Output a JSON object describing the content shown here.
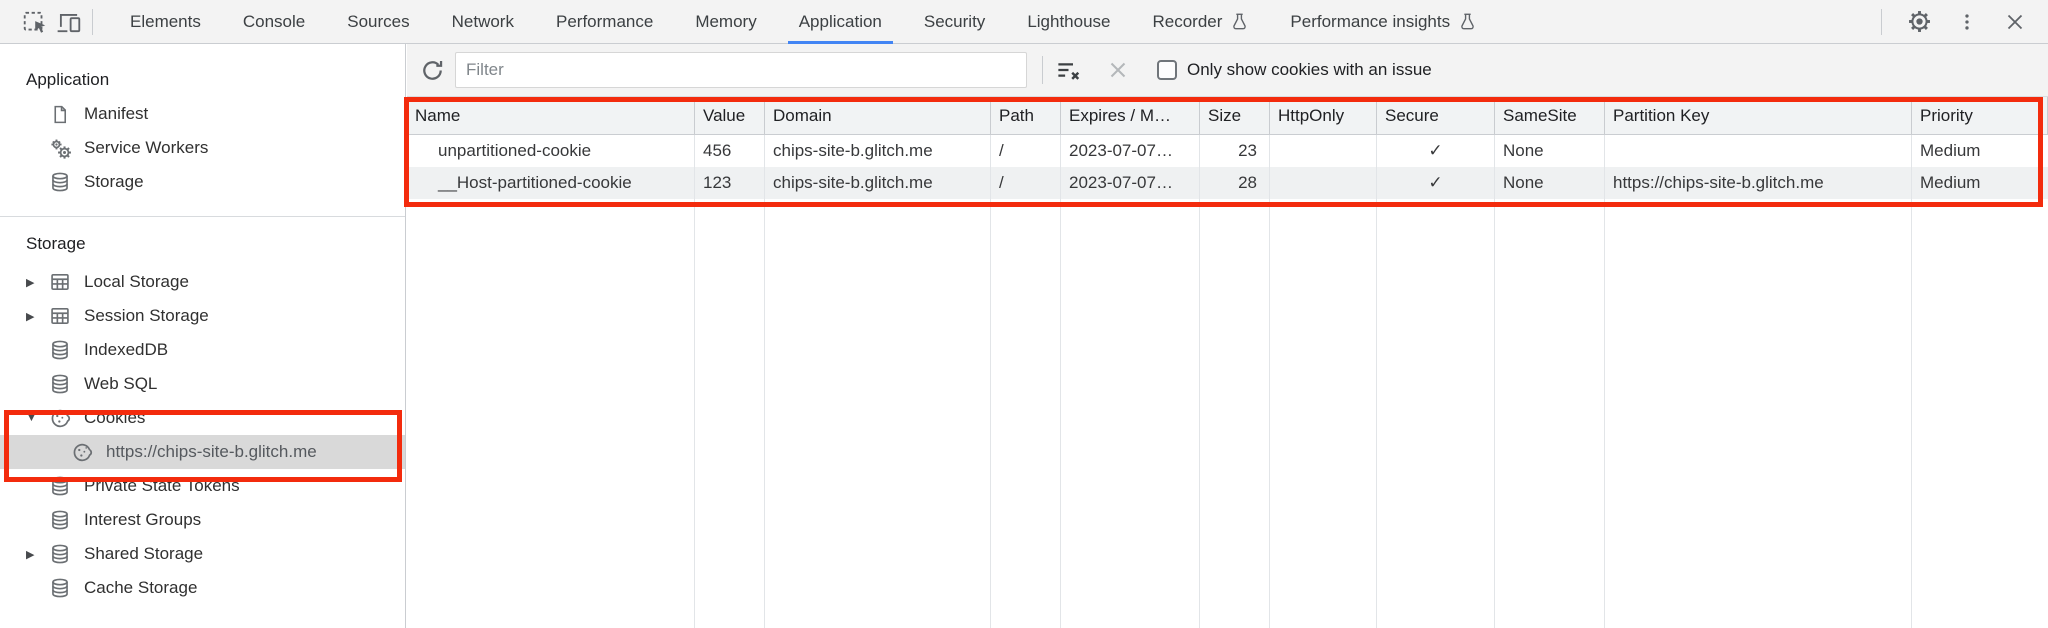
{
  "tabbar": {
    "tabs": [
      {
        "label": "Elements",
        "active": false,
        "flask": false
      },
      {
        "label": "Console",
        "active": false,
        "flask": false
      },
      {
        "label": "Sources",
        "active": false,
        "flask": false
      },
      {
        "label": "Network",
        "active": false,
        "flask": false
      },
      {
        "label": "Performance",
        "active": false,
        "flask": false
      },
      {
        "label": "Memory",
        "active": false,
        "flask": false
      },
      {
        "label": "Application",
        "active": true,
        "flask": false
      },
      {
        "label": "Security",
        "active": false,
        "flask": false
      },
      {
        "label": "Lighthouse",
        "active": false,
        "flask": false
      },
      {
        "label": "Recorder",
        "active": false,
        "flask": true
      },
      {
        "label": "Performance insights",
        "active": false,
        "flask": true
      }
    ]
  },
  "sidebar": {
    "sections": [
      {
        "title": "Application",
        "items": [
          {
            "icon": "file",
            "label": "Manifest",
            "arrow": "",
            "indent": false,
            "selected": false
          },
          {
            "icon": "gears",
            "label": "Service Workers",
            "arrow": "",
            "indent": false,
            "selected": false
          },
          {
            "icon": "database",
            "label": "Storage",
            "arrow": "",
            "indent": false,
            "selected": false
          }
        ]
      },
      {
        "title": "Storage",
        "items": [
          {
            "icon": "table",
            "label": "Local Storage",
            "arrow": "right",
            "indent": false,
            "selected": false
          },
          {
            "icon": "table",
            "label": "Session Storage",
            "arrow": "right",
            "indent": false,
            "selected": false
          },
          {
            "icon": "database",
            "label": "IndexedDB",
            "arrow": "",
            "indent": false,
            "selected": false
          },
          {
            "icon": "database",
            "label": "Web SQL",
            "arrow": "",
            "indent": false,
            "selected": false
          },
          {
            "icon": "cookie",
            "label": "Cookies",
            "arrow": "down",
            "indent": false,
            "selected": false
          },
          {
            "icon": "cookie",
            "label": "https://chips-site-b.glitch.me",
            "arrow": "",
            "indent": true,
            "selected": true
          },
          {
            "icon": "database",
            "label": "Private State Tokens",
            "arrow": "",
            "indent": false,
            "selected": false
          },
          {
            "icon": "database",
            "label": "Interest Groups",
            "arrow": "",
            "indent": false,
            "selected": false
          },
          {
            "icon": "database",
            "label": "Shared Storage",
            "arrow": "right",
            "indent": false,
            "selected": false
          },
          {
            "icon": "database",
            "label": "Cache Storage",
            "arrow": "",
            "indent": false,
            "selected": false
          }
        ]
      }
    ]
  },
  "cookies_toolbar": {
    "filter_placeholder": "Filter",
    "filter_value": "",
    "only_issue_label": "Only show cookies with an issue",
    "only_issue_checked": false
  },
  "cookie_table": {
    "columns": [
      {
        "key": "name",
        "label": "Name"
      },
      {
        "key": "value",
        "label": "Value"
      },
      {
        "key": "domain",
        "label": "Domain"
      },
      {
        "key": "path",
        "label": "Path"
      },
      {
        "key": "expires",
        "label": "Expires / M…"
      },
      {
        "key": "size",
        "label": "Size"
      },
      {
        "key": "httpOnly",
        "label": "HttpOnly"
      },
      {
        "key": "secure",
        "label": "Secure"
      },
      {
        "key": "sameSite",
        "label": "SameSite"
      },
      {
        "key": "partitionKey",
        "label": "Partition Key"
      },
      {
        "key": "priority",
        "label": "Priority"
      }
    ],
    "rows": [
      {
        "name": "unpartitioned-cookie",
        "value": "456",
        "domain": "chips-site-b.glitch.me",
        "path": "/",
        "expires": "2023-07-07…",
        "size": "23",
        "httpOnly": "",
        "secure": "✓",
        "sameSite": "None",
        "partitionKey": "",
        "priority": "Medium"
      },
      {
        "name": "__Host-partitioned-cookie",
        "value": "123",
        "domain": "chips-site-b.glitch.me",
        "path": "/",
        "expires": "2023-07-07…",
        "size": "28",
        "httpOnly": "",
        "secure": "✓",
        "sameSite": "None",
        "partitionKey": "https://chips-site-b.glitch.me",
        "priority": "Medium"
      }
    ]
  },
  "colors": {
    "accent_blue": "#4285f4",
    "highlight_red": "#f32b0d",
    "selection_gray": "#d9d9d9",
    "toolbar_gray": "#f3f3f3"
  }
}
